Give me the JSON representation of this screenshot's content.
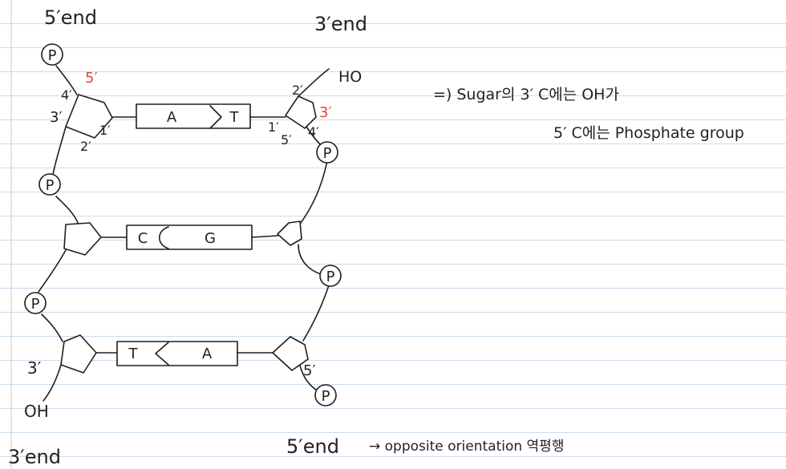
{
  "ends": {
    "top_left": "5′end",
    "top_right": "3′end",
    "bottom_left": "3′end",
    "bottom_right": "5′end"
  },
  "groups": {
    "phosphate": "P",
    "hydroxyl_top": "HO",
    "hydroxyl_bottom": "OH"
  },
  "carbons": {
    "c1": "1′",
    "c2": "2′",
    "c3": "3′",
    "c4": "4′",
    "c5": "5′"
  },
  "base_pairs": [
    {
      "left": "A",
      "right": "T"
    },
    {
      "left": "C",
      "right": "G"
    },
    {
      "left": "T",
      "right": "A"
    }
  ],
  "notes": {
    "sugar_line1": "=) Sugar의 3′ C에는 OH가",
    "sugar_line2": "5′ C에는 Phosphate group",
    "orientation": "→ opposite orientation 역평행"
  },
  "colors": {
    "ink": "#1e1e1e",
    "red_ink": "#e0443c",
    "rule_line": "#c9dcef"
  }
}
